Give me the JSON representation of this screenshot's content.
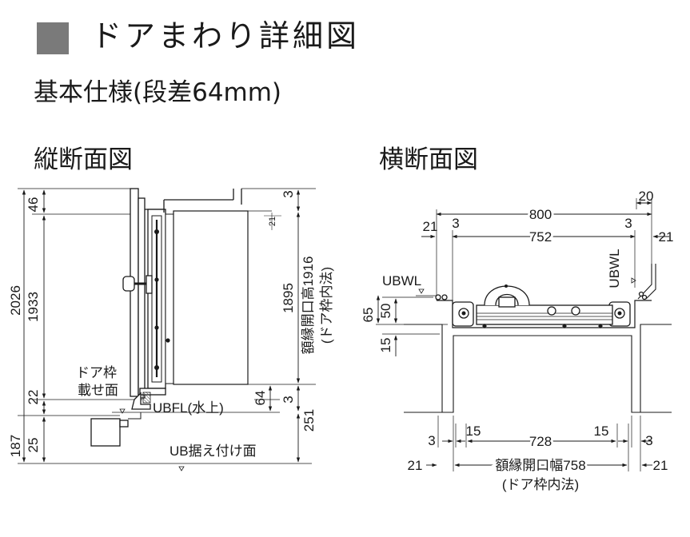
{
  "header": {
    "title": "ドアまわり詳細図",
    "subtitle": "基本仕様(段差64mm)"
  },
  "vertical_section": {
    "title": "縦断面図",
    "dims": {
      "d46": "46",
      "d2026": "2026",
      "d1933": "1933",
      "d22": "22",
      "d187": "187",
      "d25": "25",
      "d3_top": "3",
      "d21": "21",
      "d1895": "1895",
      "d64": "64",
      "d3_bot": "3",
      "d251": "251"
    },
    "frame_height_label": "額縁開口高1916",
    "frame_height_note": "(ドア枠内法)",
    "labels": {
      "door_frame_1": "ドア枠",
      "door_frame_2": "載せ面",
      "ubfl": "UBFL(水上)",
      "ub_surface": "UB据え付け面"
    }
  },
  "horizontal_section": {
    "title": "横断面図",
    "dims": {
      "d20": "20",
      "d800": "800",
      "d21_l": "21",
      "d3_l": "3",
      "d752": "752",
      "d3_r": "3",
      "d21_r": "21",
      "d65": "65",
      "d50": "50",
      "d15_side": "15",
      "b3_l": "3",
      "b15_l": "15",
      "b728": "728",
      "b15_r": "15",
      "b3_r": "3",
      "b21_l": "21",
      "b21_r": "21"
    },
    "labels": {
      "ubwl_left": "UBWL",
      "ubwl_right": "UBWL",
      "frame_width": "額縁開口幅758",
      "frame_width_note": "(ドア枠内法)"
    }
  }
}
